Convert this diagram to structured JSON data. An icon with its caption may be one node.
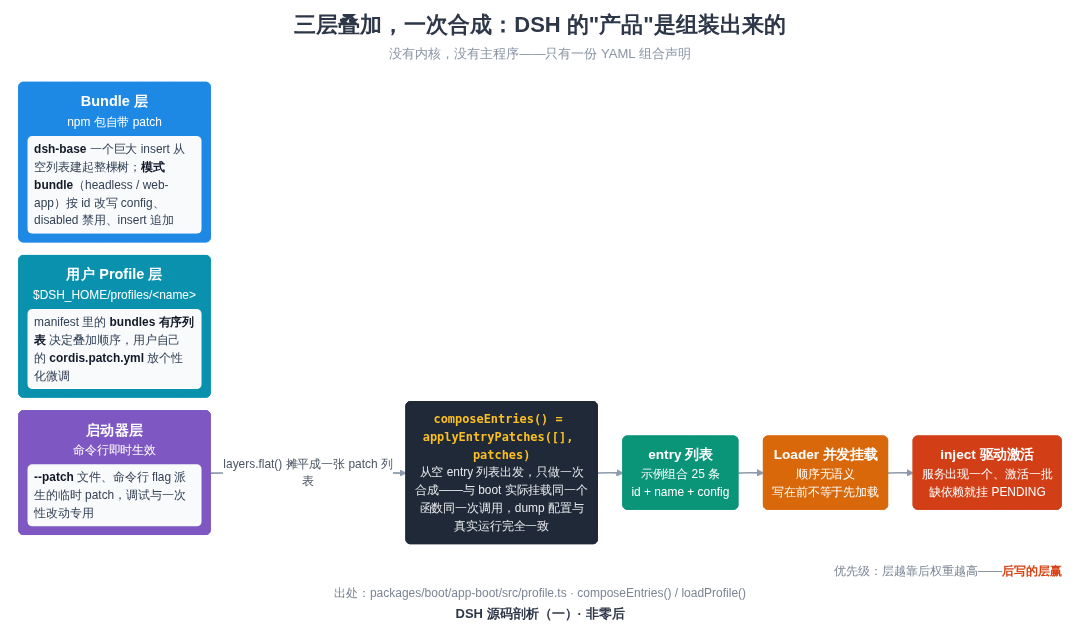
{
  "diagram": {
    "title": "三层叠加，一次合成：DSH 的\"产品\"是组装出来的",
    "nodes": [
      {
        "text": [
          "Bundle 层",
          "npm 包自带 patch",
          "**dsh-base** 一个巨大 insert 从空列表建起整棵树；**模式 bundle**（headless / web-app）按 id 改写 config、disabled 禁用、insert 追加"
        ]
      },
      {
        "text": [
          "用户 Profile 层",
          "$DSH_HOME/profiles/<name>",
          "manifest 里的 **bundles 有序列表** 决定叠加顺序，用户自己的 **cordis.patch.yml** 放个性化微调"
        ]
      },
      {
        "text": [
          "启动器层",
          "命令行即时生效",
          "**--patch** 文件、命令行 flag 派生的临时 patch，调试与一次性改动专用"
        ]
      },
      {
        "text": [
          "composeEntries() = applyEntryPatches([], patches)",
          "从空 entry 列表出发，只做一次合成——与 boot 实际挂载同一个函数同一次调用，dump 配置与真实运行完全一致"
        ]
      },
      {
        "text": [
          "entry 列表",
          "示例组合 25 条",
          "id + name + config"
        ]
      },
      {
        "text": [
          "Loader 并发挂载",
          "顺序无语义",
          "写在前不等于先加载"
        ]
      },
      {
        "text": [
          "inject 驱动激活",
          "服务出现一个、激活一批",
          "缺依赖就挂 PENDING"
        ]
      }
    ],
    "edges": [
      {
        "from": 2,
        "to": 3,
        "arrow": "to",
        "label": "layers.flat() 摊平成一张 patch 列表"
      },
      {
        "from": 3,
        "to": 4,
        "arrow": "to"
      },
      {
        "from": 4,
        "to": 5,
        "arrow": "to"
      },
      {
        "from": 5,
        "to": 6,
        "arrow": "to"
      }
    ],
    "labels": [
      "没有内核，没有主程序——只有一份 YAML 组合声明",
      "优先级：层越靠后权重越高——**后写的层赢**",
      "出处：packages/boot/app-boot/src/profile.ts · composeEntries() / loadProfile()"
    ],
    "caption": "DSH 源码剖析（一）· 非零后"
  }
}
